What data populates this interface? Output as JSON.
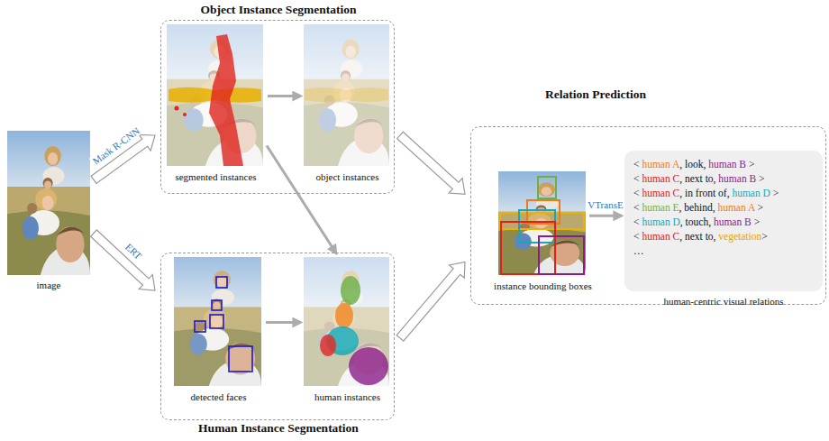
{
  "diagram": {
    "nodes": [
      {
        "text": [
          "image"
        ]
      },
      {
        "text": [
          "Object Instance Segmentation"
        ]
      },
      {
        "text": [
          "segmented instances"
        ],
        "in": 1
      },
      {
        "text": [
          "object instances"
        ],
        "in": 1
      },
      {
        "text": [
          "Human Instance Segmentation"
        ]
      },
      {
        "text": [
          "detected faces"
        ],
        "in": 4
      },
      {
        "text": [
          "human instances"
        ],
        "in": 4
      },
      {
        "text": [
          "Relation Prediction"
        ]
      },
      {
        "text": [
          "instance bounding boxes"
        ],
        "in": 7
      },
      {
        "text": [
          "< human A, look, human B >",
          "< human C, next to, human B >",
          "< human C, in front of, human D >",
          "< human E, behind, human A >",
          "< human D, touch, human B >",
          "< human C, next to, vegetation>",
          "…",
          "human-centric visual relations"
        ],
        "in": 7
      }
    ],
    "edges": [
      {
        "from": 0,
        "to": 1,
        "arrow": "to",
        "label": "Mask R-CNN"
      },
      {
        "from": 0,
        "to": 4,
        "arrow": "to",
        "label": "ERT"
      },
      {
        "from": 2,
        "to": 3,
        "arrow": "to"
      },
      {
        "from": 2,
        "to": 6,
        "arrow": "to"
      },
      {
        "from": 5,
        "to": 6,
        "arrow": "to"
      },
      {
        "from": 1,
        "to": 7,
        "arrow": "to"
      },
      {
        "from": 4,
        "to": 7,
        "arrow": "to"
      },
      {
        "from": 8,
        "to": 9,
        "arrow": "to",
        "label": "VTransE"
      }
    ]
  }
}
